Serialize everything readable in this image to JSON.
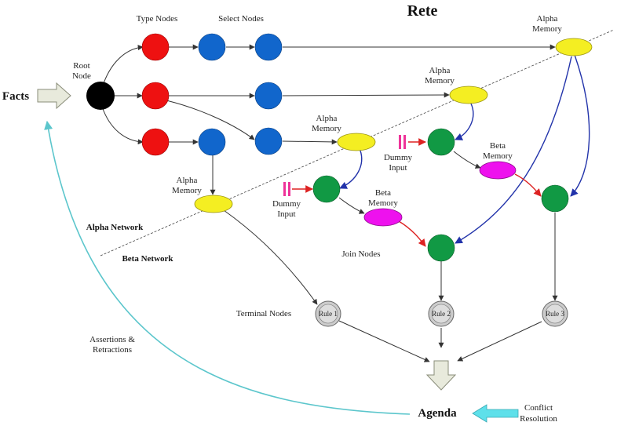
{
  "title": "Rete",
  "labels": {
    "type_nodes": "Type Nodes",
    "select_nodes": "Select Nodes",
    "root_node_1": "Root",
    "root_node_2": "Node",
    "facts": "Facts",
    "alpha_memory_1": "Alpha",
    "alpha_memory_2": "Memory",
    "beta_memory_1": "Beta",
    "beta_memory_2": "Memory",
    "dummy_input_1": "Dummy",
    "dummy_input_2": "Input",
    "alpha_network": "Alpha Network",
    "beta_network": "Beta Network",
    "join_nodes": "Join Nodes",
    "terminal_nodes": "Terminal Nodes",
    "assertions_1": "Assertions &",
    "assertions_2": "Retractions",
    "agenda": "Agenda",
    "conflict_1": "Conflict",
    "conflict_2": "Resolution"
  },
  "rules": [
    "Rule 1",
    "Rule 2",
    "Rule 3"
  ],
  "colors": {
    "type_node": "#ee1111",
    "select_node": "#1166cc",
    "root_node": "#000000",
    "alpha_memory": "#f4ee22",
    "beta_memory": "#ee11ee",
    "join_node": "#119944",
    "rule_node": "#cccccc",
    "blue_edge": "#2233aa",
    "red_edge": "#dd2222",
    "cyan_edge": "#5cc6cc"
  }
}
